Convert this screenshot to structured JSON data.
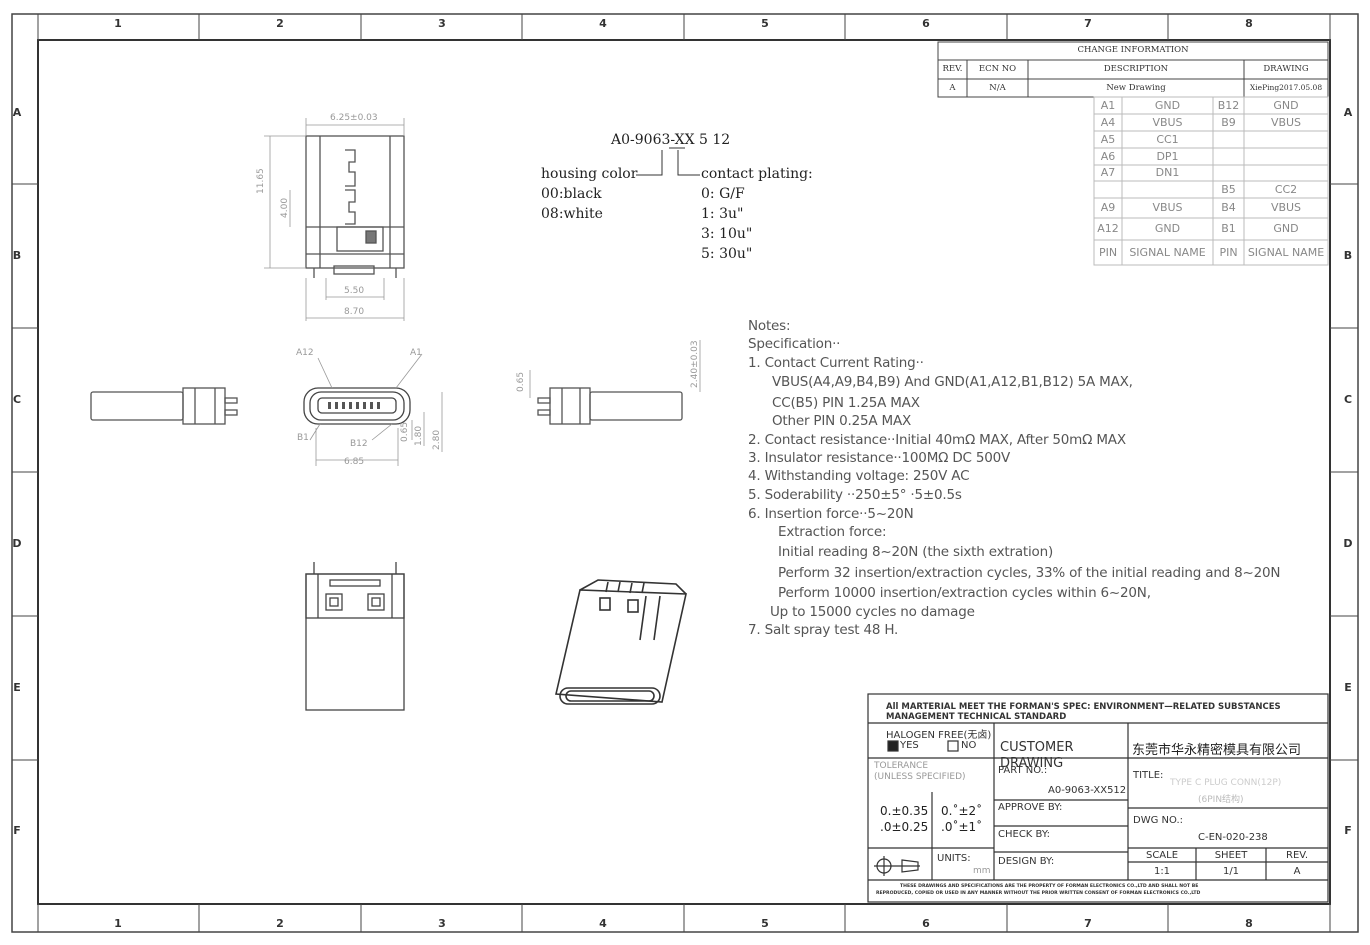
{
  "grid": {
    "columns": [
      "1",
      "2",
      "3",
      "4",
      "5",
      "6",
      "7",
      "8"
    ],
    "rows": [
      "A",
      "B",
      "C",
      "D",
      "E",
      "F"
    ]
  },
  "part_code": {
    "code": "A0-9063-XX 5 12",
    "housing_color_label": "housing color",
    "housing_options": [
      "00:black",
      "08:white"
    ],
    "contact_plating_label": "contact plating:",
    "plating_options": [
      "0: G/F",
      "1: 3u\"",
      "3: 10u\"",
      "5: 30u\""
    ]
  },
  "change_info": {
    "title": "CHANGE INFORMATION",
    "headers": [
      "REV.",
      "ECN NO",
      "DESCRIPTION",
      "DRAWING"
    ],
    "row": [
      "A",
      "N/A",
      "New Drawing",
      "XiePing2017.05.08"
    ]
  },
  "pin_table": {
    "rows": [
      [
        "A1",
        "GND",
        "B12",
        "GND"
      ],
      [
        "A4",
        "VBUS",
        "B9",
        "VBUS"
      ],
      [
        "A5",
        "CC1",
        "",
        ""
      ],
      [
        "A6",
        "DP1",
        "",
        ""
      ],
      [
        "A7",
        "DN1",
        "",
        ""
      ],
      [
        "",
        "",
        "B5",
        "CC2"
      ],
      [
        "A9",
        "VBUS",
        "B4",
        "VBUS"
      ],
      [
        "A12",
        "GND",
        "B1",
        "GND"
      ],
      [
        "PIN",
        "SIGNAL NAME",
        "PIN",
        "SIGNAL NAME"
      ]
    ]
  },
  "notes": {
    "lines": [
      "Notes:",
      "Specification··",
      "1. Contact Current Rating··",
      "VBUS(A4,A9,B4,B9) And GND(A1,A12,B1,B12) 5A MAX,",
      "CC(B5) PIN 1.25A MAX",
      "Other PIN 0.25A MAX",
      "2. Contact resistance··Initial 40mΩ MAX, After 50mΩ MAX",
      "3. Insulator resistance··100MΩ  DC 500V",
      "4. Withstanding voltage: 250V AC",
      "5. Soderability ··250±5° ·5±0.5s",
      "6. Insertion force··5~20N",
      "Extraction force:",
      "Initial reading 8~20N (the sixth extration)",
      "Perform 32 insertion/extraction cycles, 33% of the initial reading and 8~20N",
      "Perform 10000 insertion/extraction cycles within 6~20N,",
      "Up to 15000 cycles no damage",
      "7. Salt spray test 48 H."
    ]
  },
  "dimensions": {
    "top_width": "6.25±0.03",
    "height_total": "11.65",
    "height_inner": "4.00",
    "bottom_a": "5.50",
    "bottom_b": "8.70",
    "pin_a12": "A12",
    "pin_a1": "A1",
    "pin_b1": "B1",
    "pin_b12": "B12",
    "front_width": "6.85",
    "front_h1": "0.65",
    "front_h2": "1.80",
    "front_h3": "2.80",
    "side_h": "0.65",
    "side_t": "2.40±0.03"
  },
  "title_block": {
    "material_note": "All MARTERIAL MEET THE FORMAN'S SPEC: ENVIRONMENT—RELATED SUBSTANCES MANAGEMENT TECHNICAL STANDARD",
    "halogen_label": "HALOGEN  FREE(无卤)",
    "yes_label": "YES",
    "no_label": "NO",
    "customer_drawing": "CUSTOMER DRAWING",
    "company_cn": "东莞市华永精密模具有限公司",
    "tolerance_label": "TOLERANCE",
    "tolerance_sub": "(UNLESS SPECIFIED)",
    "tol_lin1": "0.±0.35",
    "tol_lin2": ".0±0.25",
    "tol_ang1": "0.˚±2˚",
    "tol_ang2": ".0˚±1˚",
    "part_no_label": "PART NO.:",
    "part_no_value": "A0-9063-XX512",
    "title_label": "TITLE:",
    "title_value": "TYPE C PLUG CONN(12P)",
    "title_sub": "(6PIN结构)",
    "approve_label": "APPROVE BY:",
    "check_label": "CHECK BY:",
    "design_label": "DESIGN BY:",
    "dwg_no_label": "DWG NO.:",
    "dwg_no_value": "C-EN-020-238",
    "units_label": "UNITS:",
    "units_value": "mm",
    "scale_label": "SCALE",
    "scale_value": "1:1",
    "sheet_label": "SHEET",
    "sheet_value": "1/1",
    "rev_label": "REV.",
    "rev_value": "A",
    "footer1": "THESE DRAWINGS AND SPECIFICATIONS ARE THE PROPERTY OF FORMAN ELECTRONICS CO.,LTD AND SHALL NOT BE",
    "footer2": "REPRODUCED, COPIED OR USED IN ANY MANNER WITHOUT THE PRIOR WRITTEN CONSENT OF FORMAN ELECTRONICS CO.,LTD"
  },
  "colors": {
    "line": "#333333",
    "faint": "#9a9a9a"
  }
}
